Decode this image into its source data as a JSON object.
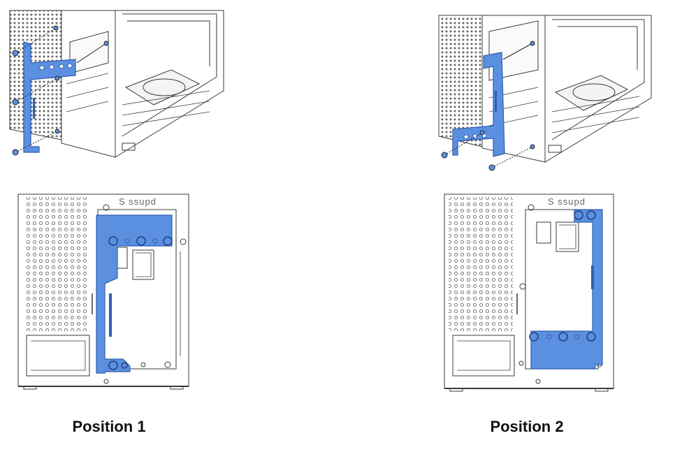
{
  "captions": {
    "position_1": "Position 1",
    "position_2": "Position 2"
  },
  "brand": {
    "logo_text": "S ssupd"
  },
  "colors": {
    "bracket": "#5b8fe0",
    "bracket_dark": "#2f5fb0",
    "line": "#3a3a3a",
    "panel": "#ffffff",
    "text": "#111111"
  }
}
